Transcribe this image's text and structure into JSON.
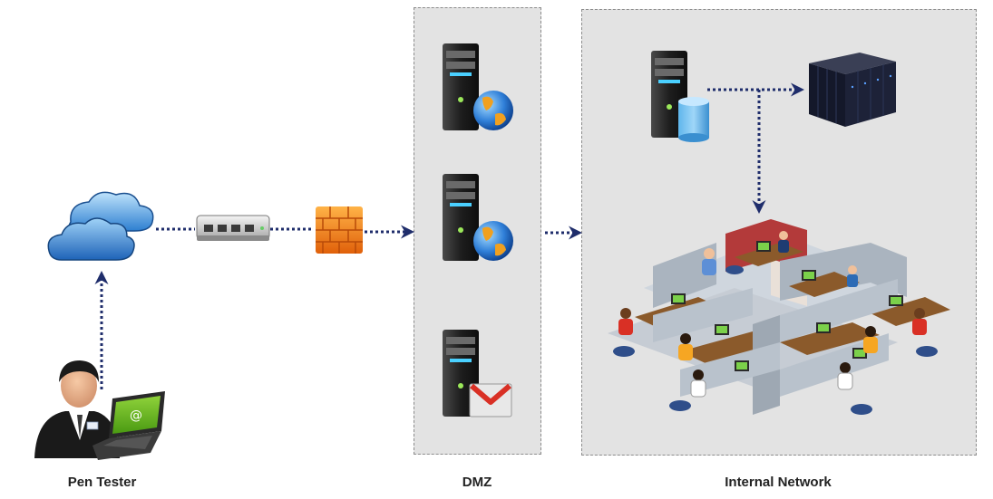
{
  "labels": {
    "pen_tester": "Pen Tester",
    "dmz": "DMZ",
    "internal_network": "Internal Network"
  },
  "icons": {
    "attacker": "person-with-laptop-icon",
    "internet": "cloud-icon",
    "router": "switch-icon",
    "firewall": "firewall-icon",
    "dmz_web_1": "web-server-icon",
    "dmz_web_2": "web-server-icon",
    "dmz_mail": "mail-server-icon",
    "db_server": "database-server-icon",
    "datacenter": "server-rack-icon",
    "office": "office-cubicles-icon"
  },
  "colors": {
    "arrow": "#1f2d6b",
    "zone_fill": "#e3e3e3",
    "zone_border": "#8c8c8c"
  }
}
